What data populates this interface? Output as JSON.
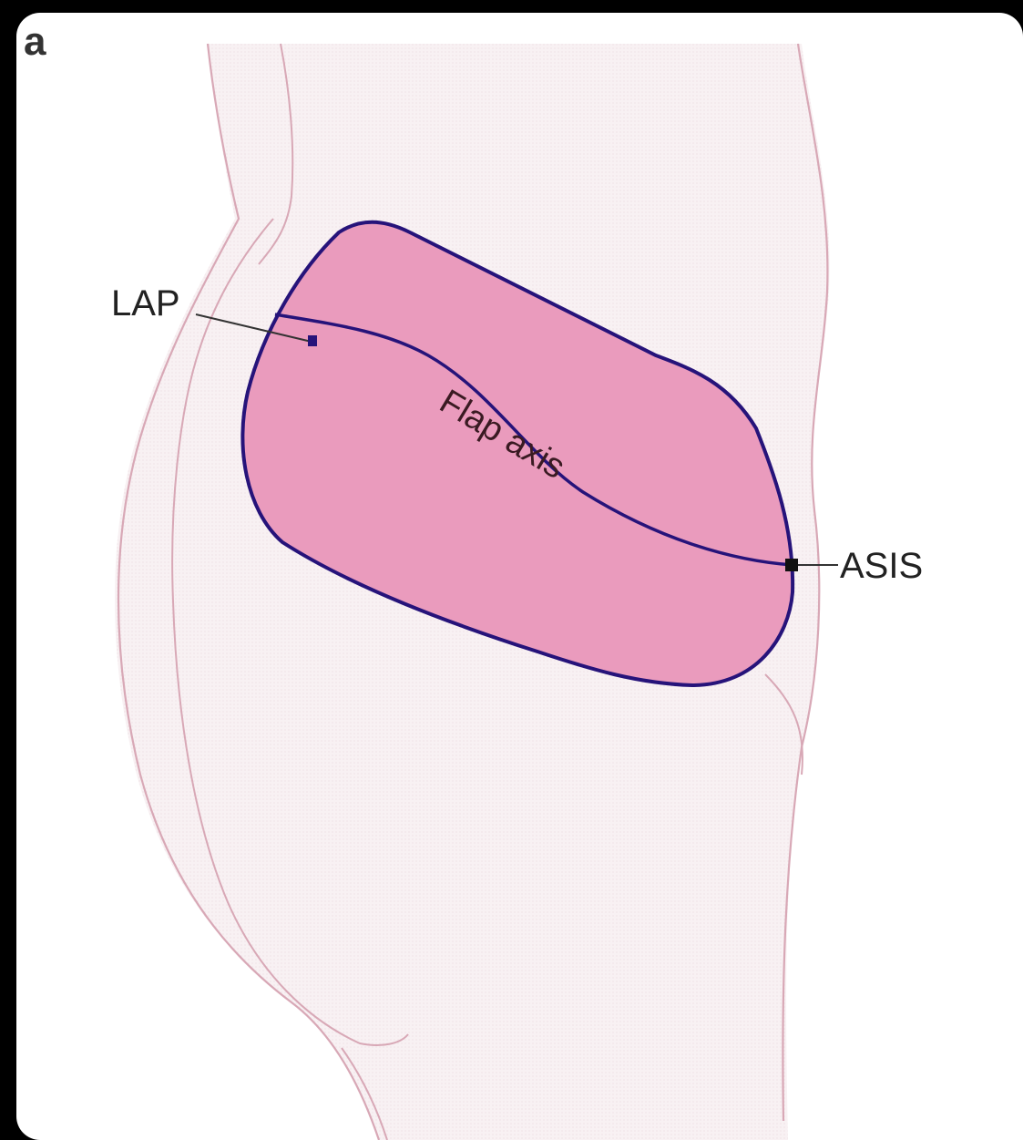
{
  "panel_letter": "a",
  "labels": {
    "lap": "LAP",
    "flap_axis": "Flap axis",
    "asis": "ASIS"
  },
  "colors": {
    "background": "#000000",
    "panel": "#ffffff",
    "skin_fill": "#f8f1f3",
    "body_outline": "#d8a8b6",
    "flap_fill": "#ea9bbd",
    "flap_outline": "#26137a",
    "axis_line": "#26137a",
    "label_text": "#222222"
  }
}
